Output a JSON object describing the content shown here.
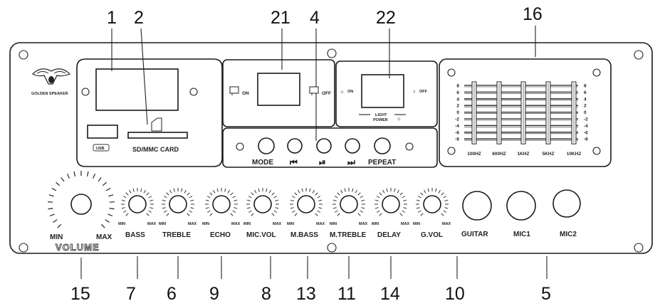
{
  "callouts": {
    "c1": "1",
    "c2": "2",
    "c21": "21",
    "c4": "4",
    "c22": "22",
    "c16": "16",
    "c15": "15",
    "c7": "7",
    "c6": "6",
    "c9": "9",
    "c8": "8",
    "c13": "13",
    "c11": "11",
    "c14": "14",
    "c10": "10",
    "c5": "5"
  },
  "logo": {
    "text": "GOLDEN SPEAKER"
  },
  "media": {
    "usb_label": "USB",
    "card_label": "SD/MMC CARD"
  },
  "switch21": {
    "on": "ON",
    "off": "OFF"
  },
  "switch22": {
    "on": "ON",
    "off": "OFF",
    "light": "LIGHT",
    "power": "POWER"
  },
  "transport": {
    "mode": "MODE",
    "prev": "⏮",
    "play": "⏯",
    "next": "⏭",
    "repeat": "PEPEAT"
  },
  "eq": {
    "scale": [
      "8",
      "6",
      "4",
      "2",
      "0",
      "-2",
      "-4",
      "-6",
      "-8"
    ],
    "bands": [
      "100HZ",
      "600HZ",
      "1KHZ",
      "5KHZ",
      "10KHZ"
    ]
  },
  "knobs": {
    "min": "MIN",
    "max": "MAX",
    "volume": "VOLUME",
    "bass": "BASS",
    "treble": "TREBLE",
    "echo": "ECHO",
    "mic_vol": "MIC.VOL",
    "m_bass": "M.BASS",
    "m_treble": "M.TREBLE",
    "delay": "DELAY",
    "g_vol": "G.VOL"
  },
  "jacks": {
    "guitar": "GUITAR",
    "mic1": "MIC1",
    "mic2": "MIC2"
  }
}
